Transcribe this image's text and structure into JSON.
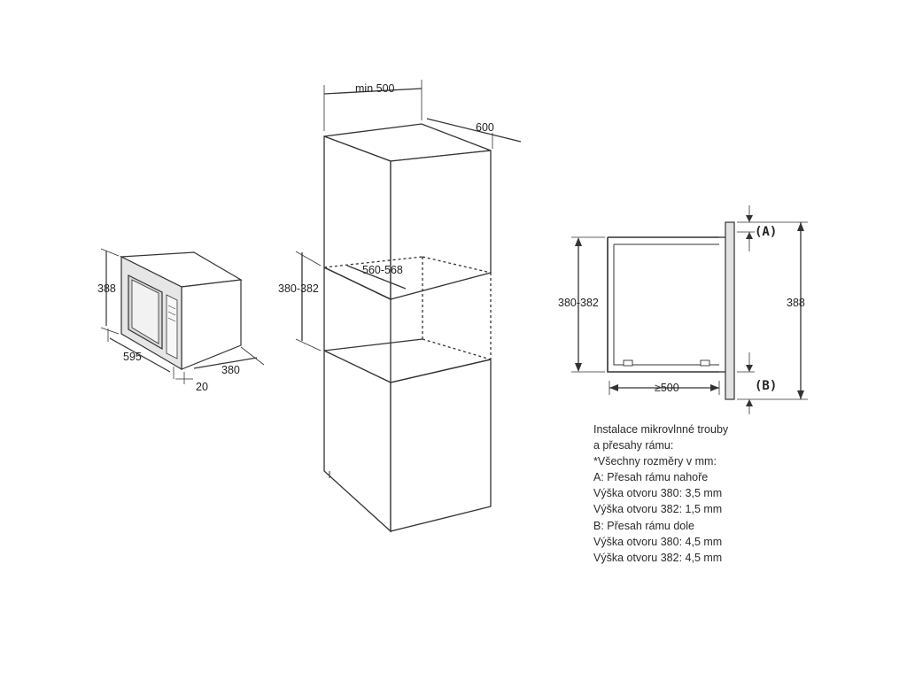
{
  "microwave": {
    "dims": {
      "height": "388",
      "width": "595",
      "depth": "380",
      "frame_offset": "20"
    }
  },
  "cabinet": {
    "dims": {
      "min_width": "min 500",
      "depth": "600",
      "opening_height": "380-382",
      "opening_depth": "560-568"
    }
  },
  "section": {
    "dims": {
      "opening_height": "380-382",
      "total_height": "388",
      "min_depth": "≥500"
    },
    "labels": {
      "a": "(A)",
      "b": "(B)"
    }
  },
  "notes": [
    "Instalace mikrovlnné trouby",
    "a přesahy rámu:",
    "*Všechny rozměry v mm:",
    "A: Přesah rámu nahoře",
    "Výška otvoru 380: 3,5 mm",
    "Výška otvoru 382: 1,5 mm",
    "B: Přesah rámu dole",
    "Výška otvoru 380: 4,5 mm",
    "Výška otvoru 382: 4,5 mm"
  ],
  "colors": {
    "line": "#333333",
    "frame_fill": "#e2e2e2"
  }
}
